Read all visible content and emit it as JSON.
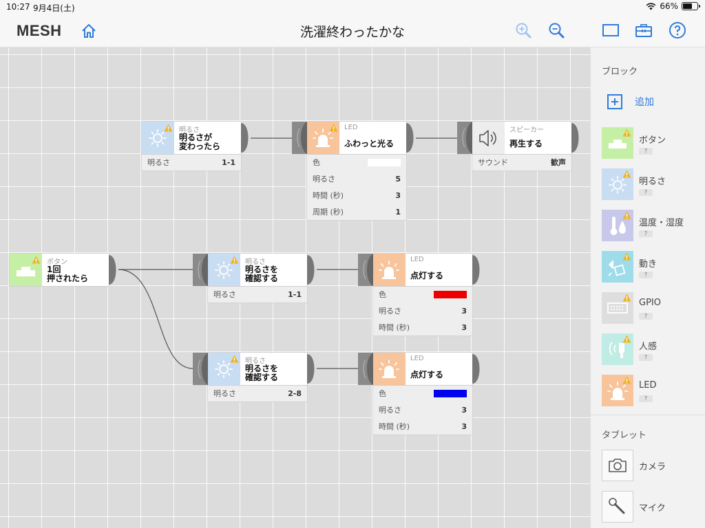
{
  "status": {
    "time": "10:27",
    "date": "9月4日(土)",
    "battery": "66%",
    "battery_level": 0.66
  },
  "header": {
    "logo": "MESH",
    "title": "洗濯終わったかな"
  },
  "blocks": {
    "light1": {
      "category": "明るさ",
      "name": "明るさが\n変わったら",
      "props": [
        {
          "label": "明るさ",
          "value": "1-1"
        }
      ]
    },
    "led1": {
      "category": "LED",
      "name": "ふわっと光る",
      "color_label": "色",
      "color": "#ffffff",
      "props": [
        {
          "label": "明るさ",
          "value": "5"
        },
        {
          "label": "時間 (秒)",
          "value": "3"
        },
        {
          "label": "周期 (秒)",
          "value": "1"
        }
      ]
    },
    "spk1": {
      "category": "スピーカー",
      "name": "再生する",
      "props": [
        {
          "label": "サウンド",
          "value": "歓声"
        }
      ]
    },
    "btn1": {
      "category": "ボタン",
      "name": "1回\n押されたら"
    },
    "light2": {
      "category": "明るさ",
      "name": "明るさを\n確認する",
      "props": [
        {
          "label": "明るさ",
          "value": "1-1"
        }
      ]
    },
    "led2": {
      "category": "LED",
      "name": "点灯する",
      "color_label": "色",
      "color": "#ee0000",
      "props": [
        {
          "label": "明るさ",
          "value": "3"
        },
        {
          "label": "時間 (秒)",
          "value": "3"
        }
      ]
    },
    "light3": {
      "category": "明るさ",
      "name": "明るさを\n確認する",
      "props": [
        {
          "label": "明るさ",
          "value": "2-8"
        }
      ]
    },
    "led3": {
      "category": "LED",
      "name": "点灯する",
      "color_label": "色",
      "color": "#0000ee",
      "props": [
        {
          "label": "明るさ",
          "value": "3"
        },
        {
          "label": "時間 (秒)",
          "value": "3"
        }
      ]
    }
  },
  "palette": {
    "blocks_heading": "ブロック",
    "add_label": "追加",
    "items": [
      {
        "label": "ボタン",
        "badge": "?"
      },
      {
        "label": "明るさ",
        "badge": "?"
      },
      {
        "label": "温度・湿度",
        "badge": "?"
      },
      {
        "label": "動き",
        "badge": "?"
      },
      {
        "label": "GPIO",
        "badge": "?"
      },
      {
        "label": "人感",
        "badge": "?"
      },
      {
        "label": "LED",
        "badge": "?"
      }
    ],
    "tablet_heading": "タブレット",
    "tablet_items": [
      {
        "label": "カメラ"
      },
      {
        "label": "マイク"
      }
    ]
  },
  "colors": {
    "accent": "#2f7bd9",
    "warning": "#f0b323",
    "button_block": "#c6efa6",
    "light_block": "#c9ddf2",
    "led_block": "#f8c49b"
  }
}
